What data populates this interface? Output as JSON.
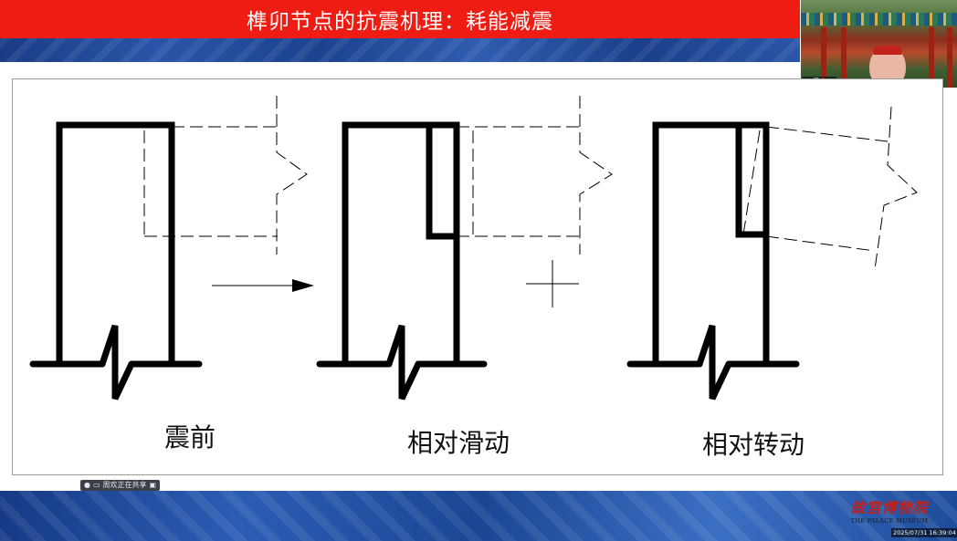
{
  "slide": {
    "title": "榫卯节点的抗震机理：耗能减震",
    "captions": {
      "before": "震前",
      "sliding": "相对滑动",
      "rotation": "相对转动"
    }
  },
  "video": {
    "participant_name": "周欢",
    "icons": [
      "mic-icon",
      "screen-share-icon"
    ]
  },
  "share_status": {
    "text": "周欢正在共享"
  },
  "branding": {
    "museum_name_cn": "故宫博物院",
    "museum_name_en": "THE PALACE MUSEUM"
  },
  "timestamp": "2025/07/31 16:39:04",
  "colors": {
    "title_bar": "#ee1c12",
    "band_blue": "#1f4a9a",
    "logo_red": "#c0201a"
  }
}
